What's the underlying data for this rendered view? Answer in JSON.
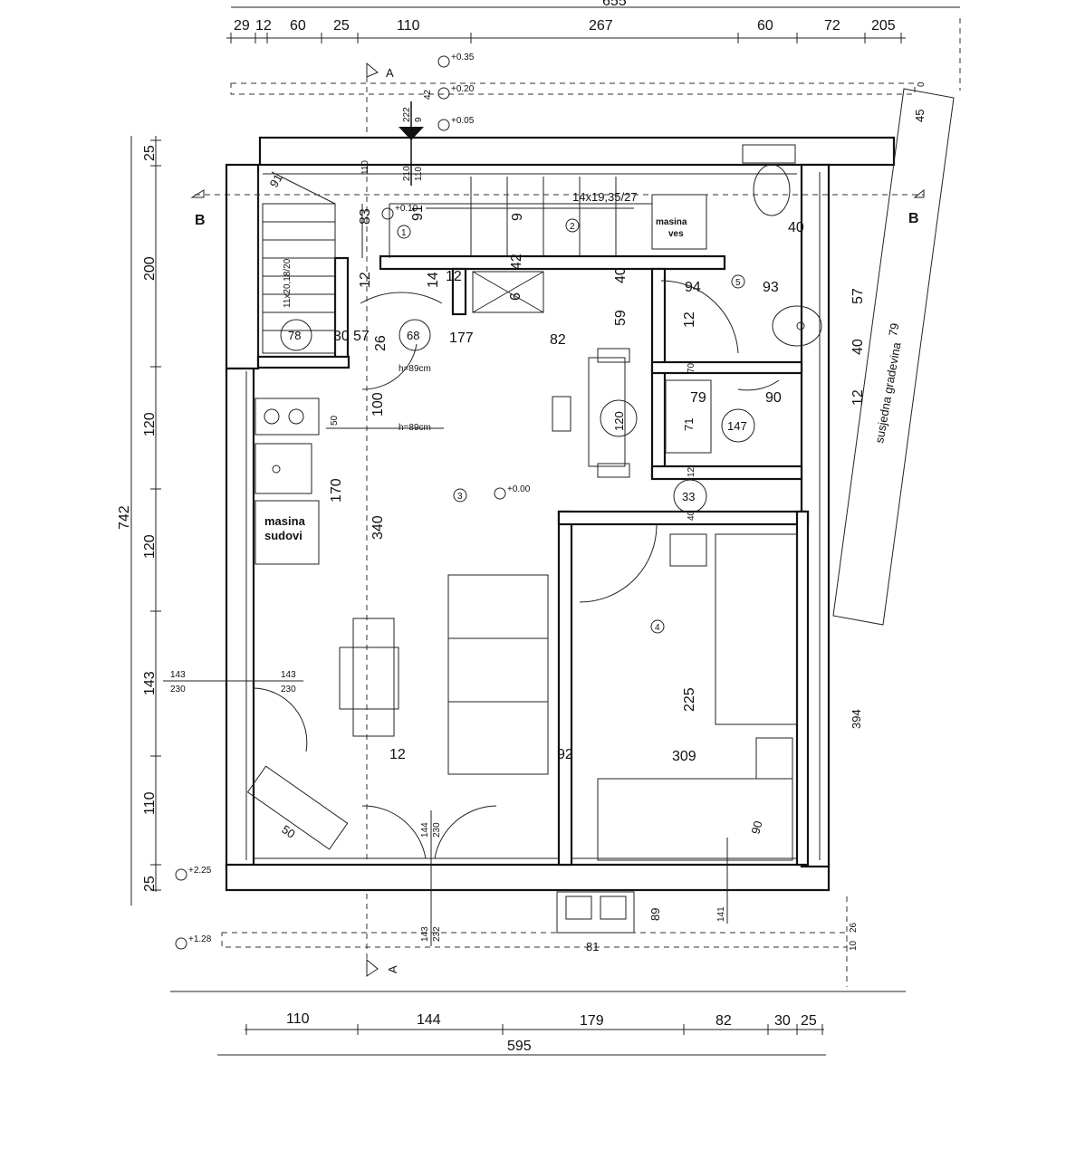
{
  "dimensions": {
    "top_total": "655",
    "top": [
      "29",
      "12",
      "60",
      "25",
      "110",
      "267",
      "60",
      "72",
      "205"
    ],
    "bottom": [
      "110",
      "144",
      "179",
      "82",
      "30",
      "25"
    ],
    "bottom_total": "595",
    "left_total": "742",
    "left": [
      "25",
      "200",
      "120",
      "120",
      "143",
      "110",
      "25"
    ],
    "right_wall": "394",
    "right_top": [
      "45",
      "0"
    ],
    "right_bottom": [
      "10",
      "26"
    ]
  },
  "levels": [
    "+0.35",
    "+0.20",
    "+0.05",
    "+0.10",
    "+0.00",
    "+2.25",
    "+1.28"
  ],
  "section_markers": {
    "a": "A",
    "b": "B"
  },
  "rooms": [
    {
      "num": "1"
    },
    {
      "num": "2"
    },
    {
      "num": "3"
    },
    {
      "num": "4"
    },
    {
      "num": "5"
    }
  ],
  "circles": [
    "78",
    "68",
    "120",
    "147",
    "33"
  ],
  "appliances": {
    "washer_line1": "masina",
    "washer_line2": "ves",
    "dishwasher_line1": "masina",
    "dishwasher_line2": "sudovi"
  },
  "notes": {
    "stairs_main": "14x19,35/27",
    "stairs_side": "11x20,18/20",
    "counter_h1": "h=89cm",
    "counter_h2": "h=89cm",
    "neighbor": "susjedna gradevina",
    "neighbor_num": "79"
  },
  "inner_numbers": [
    "91",
    "83",
    "91",
    "9",
    "110",
    "210",
    "110",
    "222",
    "9",
    "42",
    "14",
    "12",
    "42",
    "6",
    "40",
    "12",
    "30",
    "57",
    "26",
    "177",
    "82",
    "59",
    "94",
    "93",
    "12",
    "70",
    "79",
    "90",
    "71",
    "100",
    "50",
    "170",
    "340",
    "225",
    "309",
    "12",
    "92",
    "90",
    "50",
    "40",
    "57",
    "40",
    "12",
    "12",
    "40",
    "89",
    "81",
    "141"
  ],
  "door_fractions": [
    {
      "top": "143",
      "bottom": "230"
    },
    {
      "top": "143",
      "bottom": "230"
    },
    {
      "top": "144",
      "bottom": "230"
    },
    {
      "top": "143",
      "bottom": "232"
    }
  ]
}
